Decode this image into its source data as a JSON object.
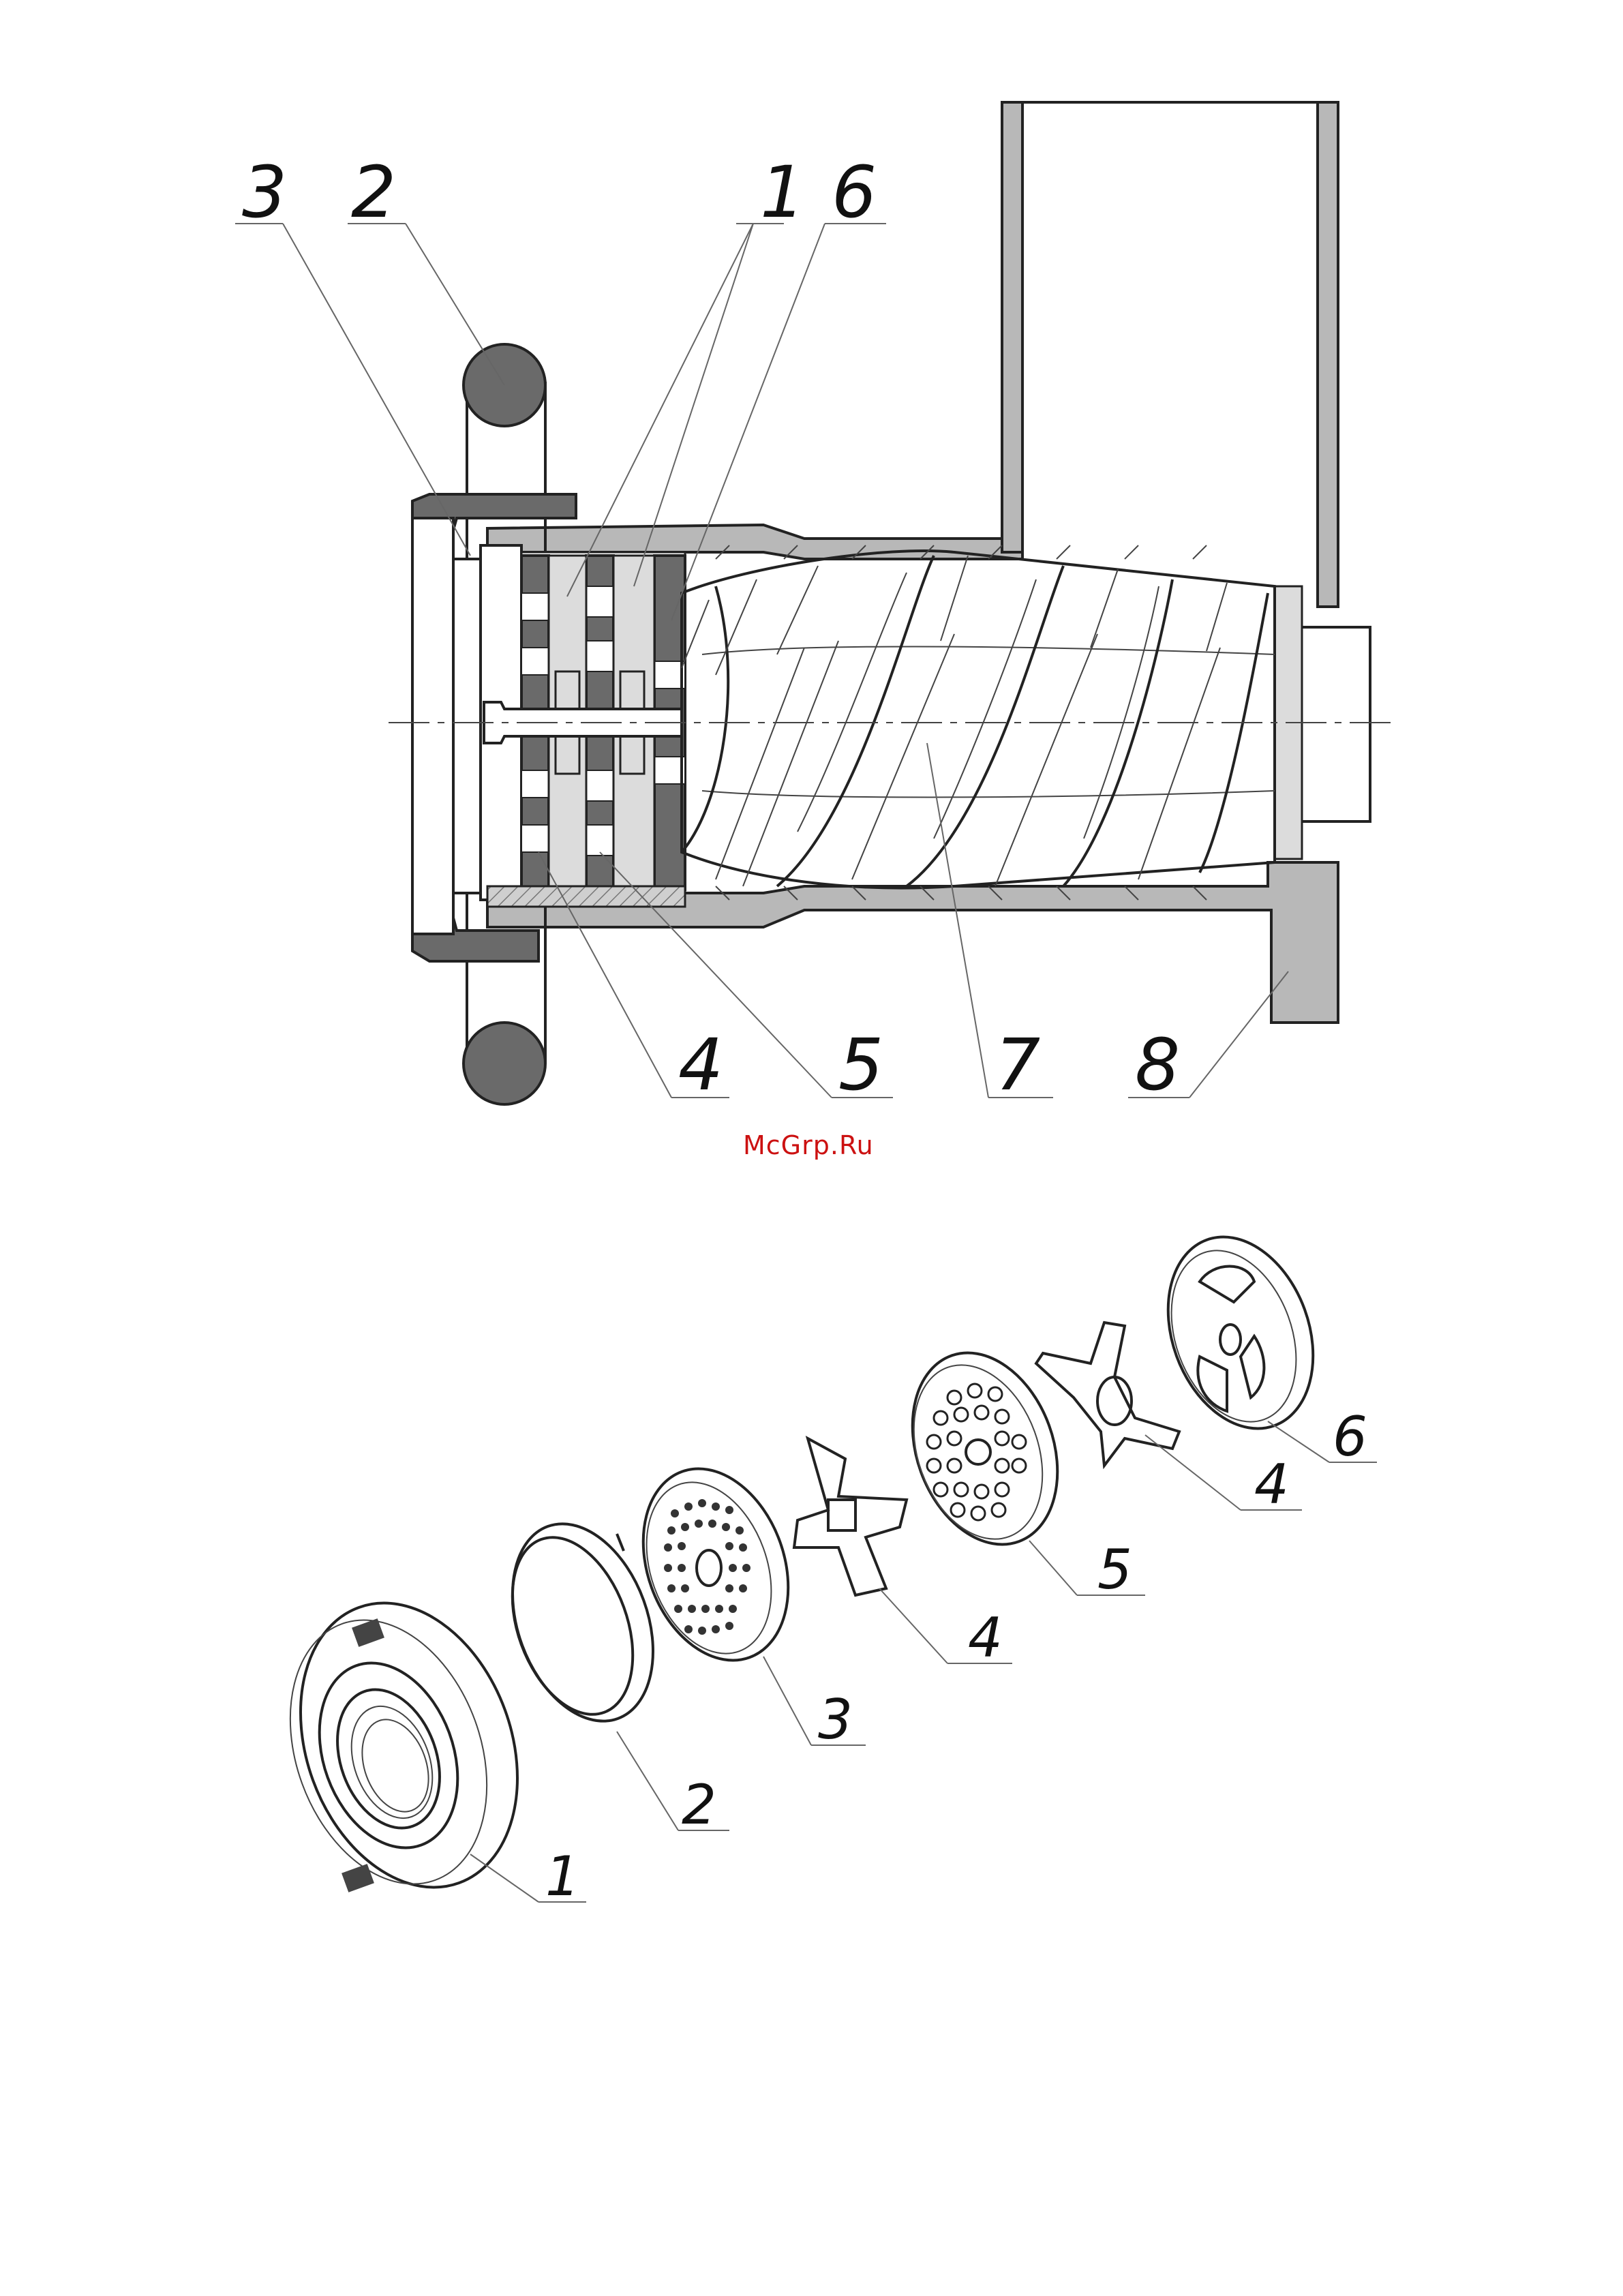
{
  "watermark": "McGrp.Ru",
  "section_view": {
    "callouts": [
      "3",
      "2",
      "1",
      "6",
      "4",
      "5",
      "7",
      "8"
    ]
  },
  "exploded_view": {
    "callouts": [
      "1",
      "2",
      "3",
      "4",
      "5",
      "4",
      "6"
    ]
  }
}
